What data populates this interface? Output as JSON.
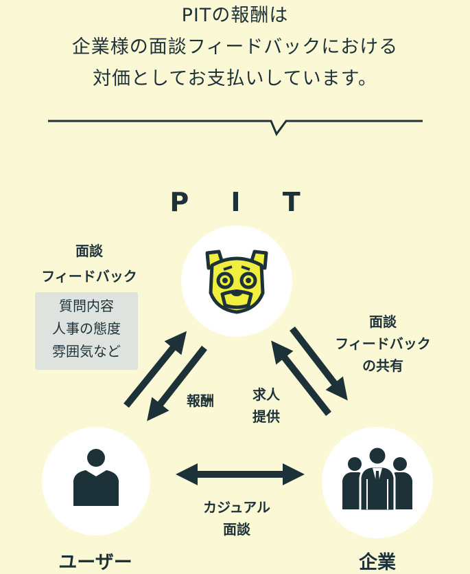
{
  "intro": {
    "lines": [
      "PITの報酬は",
      "企業様の面談フィードバックにおける",
      "対価としてお支払いしています。"
    ]
  },
  "diagram": {
    "pit_label": "P I T",
    "user_label": "ユーザー",
    "company_label": "企業",
    "feedback_label": [
      "面談",
      "フィードバック"
    ],
    "feedback_items": [
      "質問内容",
      "人事の態度",
      "雰囲気など"
    ],
    "reward_label": "報酬",
    "job_label": [
      "求人",
      "提供"
    ],
    "shared_feedback_label": [
      "面談",
      "フィードバック",
      "の共有"
    ],
    "casual_label": [
      "カジュアル",
      "面談"
    ],
    "icons": {
      "pit": "bulldog-icon",
      "user": "person-icon",
      "company": "business-group-icon"
    }
  },
  "colors": {
    "background": "#fbf8d6",
    "ink": "#1d3238",
    "bulldog": "#f0ef3d",
    "tag_bg": "#dfe3e0"
  }
}
